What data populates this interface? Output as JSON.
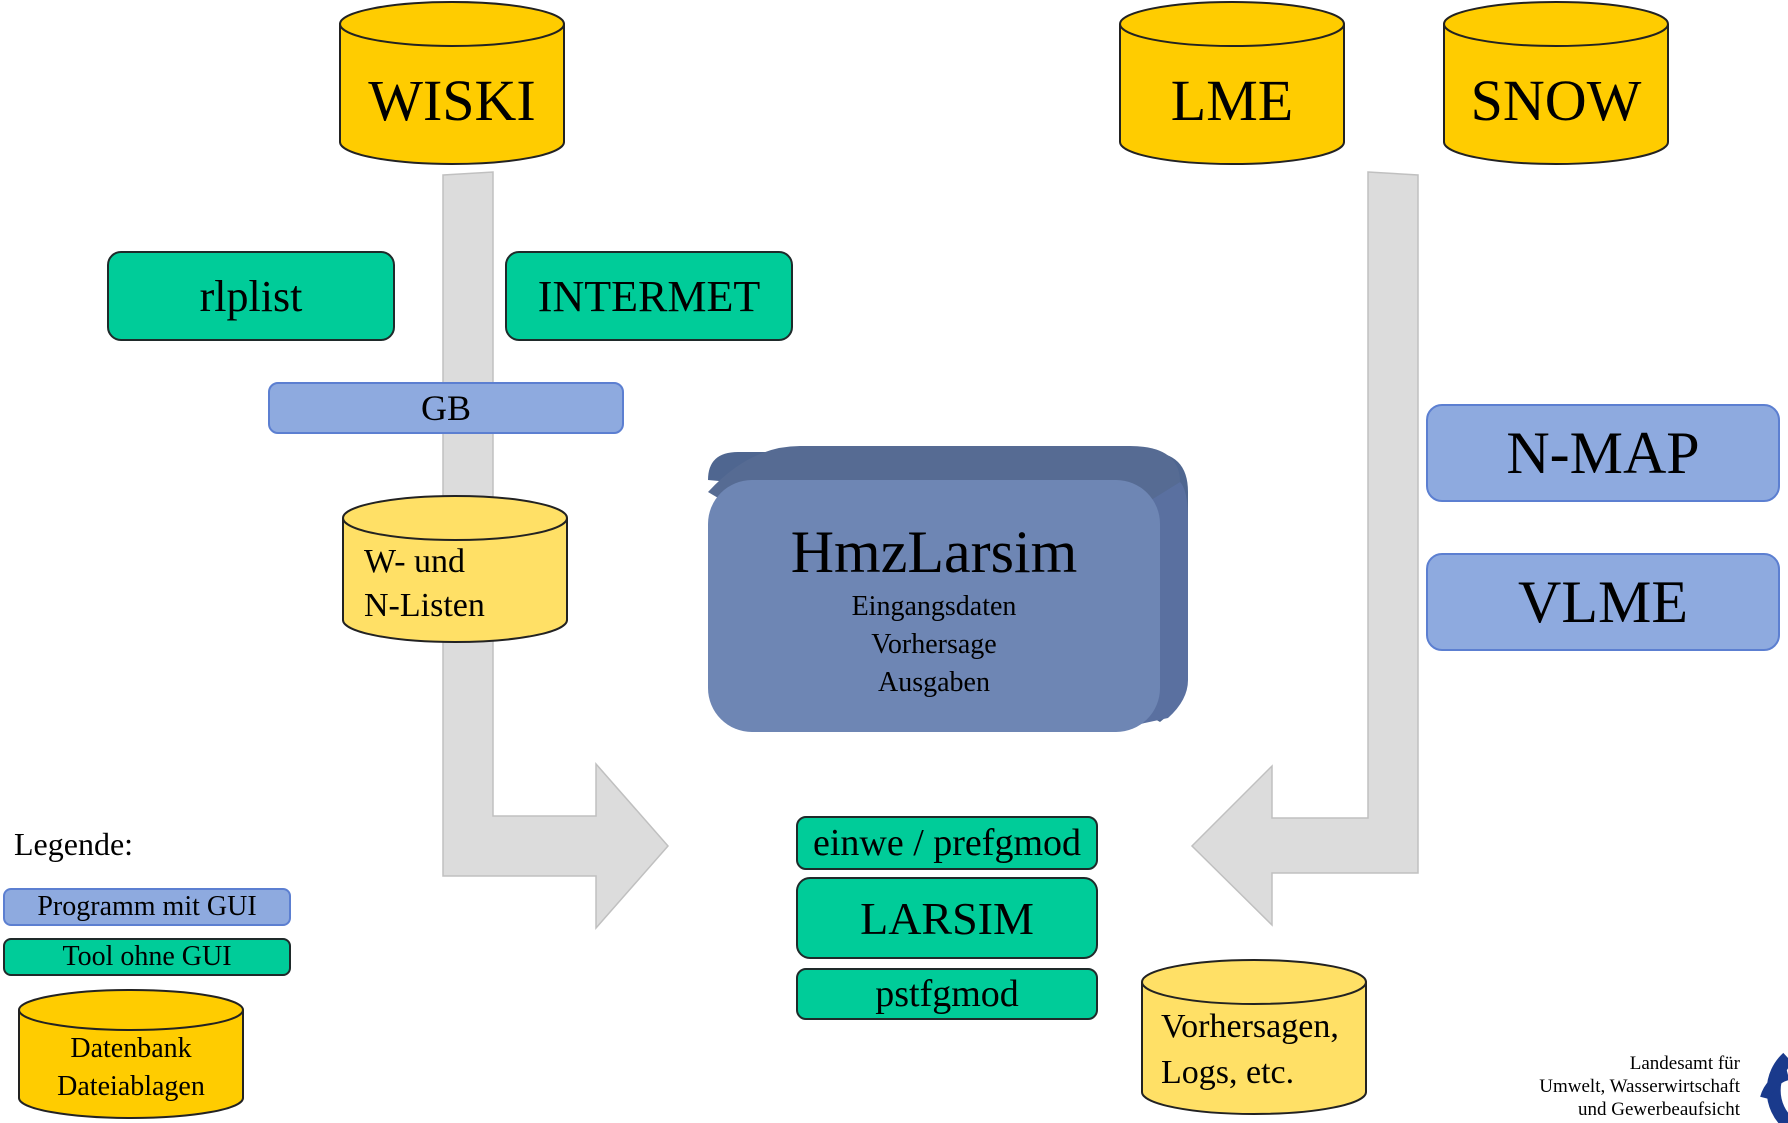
{
  "databases": {
    "wiski": "WISKI",
    "lme": "LME",
    "snow": "SNOW"
  },
  "tools": {
    "rlplist": "rlplist",
    "intermet": "INTERMET",
    "einwe": "einwe / prefgmod",
    "larsim": "LARSIM",
    "pstfgmod": "pstfgmod"
  },
  "programs": {
    "gb": "GB",
    "nmap": "N-MAP",
    "vlme": "VLME"
  },
  "files": {
    "wn_line1": "W- und",
    "wn_line2": "N-Listen",
    "vorh_line1": "Vorhersagen,",
    "vorh_line2": "Logs, etc."
  },
  "hmz": {
    "title": "HmzLarsim",
    "line1": "Eingangsdaten",
    "line2": "Vorhersage",
    "line3": "Ausgaben"
  },
  "legend": {
    "title": "Legende:",
    "program": "Programm mit GUI",
    "tool": "Tool ohne GUI",
    "db_line1": "Datenbank",
    "db_line2": "Dateiablagen"
  },
  "logo": {
    "line1": "Landesamt für",
    "line2": "Umwelt, Wasserwirtschaft",
    "line3": "und Gewerbeaufsicht"
  },
  "colors": {
    "database": "#ffcc00",
    "file_store": "#ffe066",
    "tool": "#00cc99",
    "program": "#8eaadf",
    "hmz_box": "#6e86b4",
    "arrow": "#dcdcdc"
  }
}
